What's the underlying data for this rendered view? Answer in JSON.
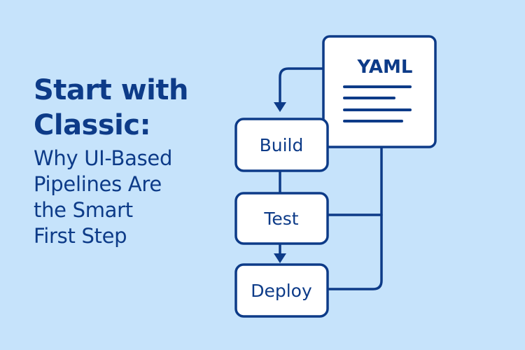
{
  "headline": {
    "title_lines": [
      "Start with",
      "Classic:"
    ],
    "subtitle_lines": [
      "Why UI-Based",
      "Pipelines Are",
      "the Smart",
      "First Step"
    ]
  },
  "diagram": {
    "yaml_label": "YAML",
    "nodes": {
      "build": "Build",
      "test": "Test",
      "deploy": "Deploy"
    }
  },
  "colors": {
    "background": "#c6e3fb",
    "accent": "#0d3b88",
    "box_fill": "#ffffff"
  }
}
